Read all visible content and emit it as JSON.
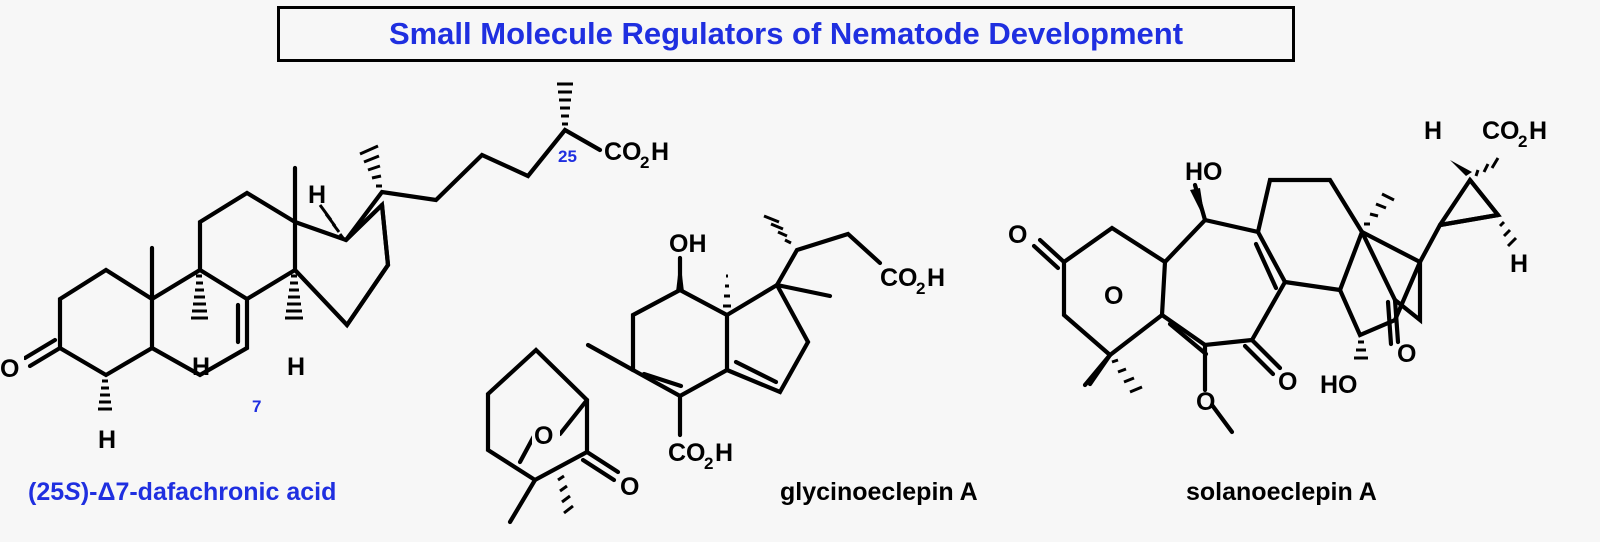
{
  "title": "Small Molecule Regulators of Nematode Development",
  "colors": {
    "title": "#1f2fe0",
    "caption_dafachronic": "#1f2fe0",
    "bond": "#000000",
    "background": "#f7f7f7"
  },
  "molecules": [
    {
      "name_prefix": "(25",
      "name_italic": "S",
      "name_suffix": ")-Δ7-dafachronic acid",
      "labels": {
        "o": "O",
        "h": "H",
        "co2h": "CO",
        "sub2": "2",
        "h_tail": "H",
        "n25": "25",
        "n7": "7"
      }
    },
    {
      "name": "glycinoeclepin A",
      "labels": {
        "oh": "OH",
        "o": "O",
        "co2h": "CO",
        "sub2": "2",
        "h_tail": "H"
      }
    },
    {
      "name": "solanoeclepin A",
      "labels": {
        "ho": "HO",
        "o": "O",
        "h": "H",
        "co2h": "CO",
        "sub2": "2",
        "h_tail": "H"
      }
    }
  ]
}
